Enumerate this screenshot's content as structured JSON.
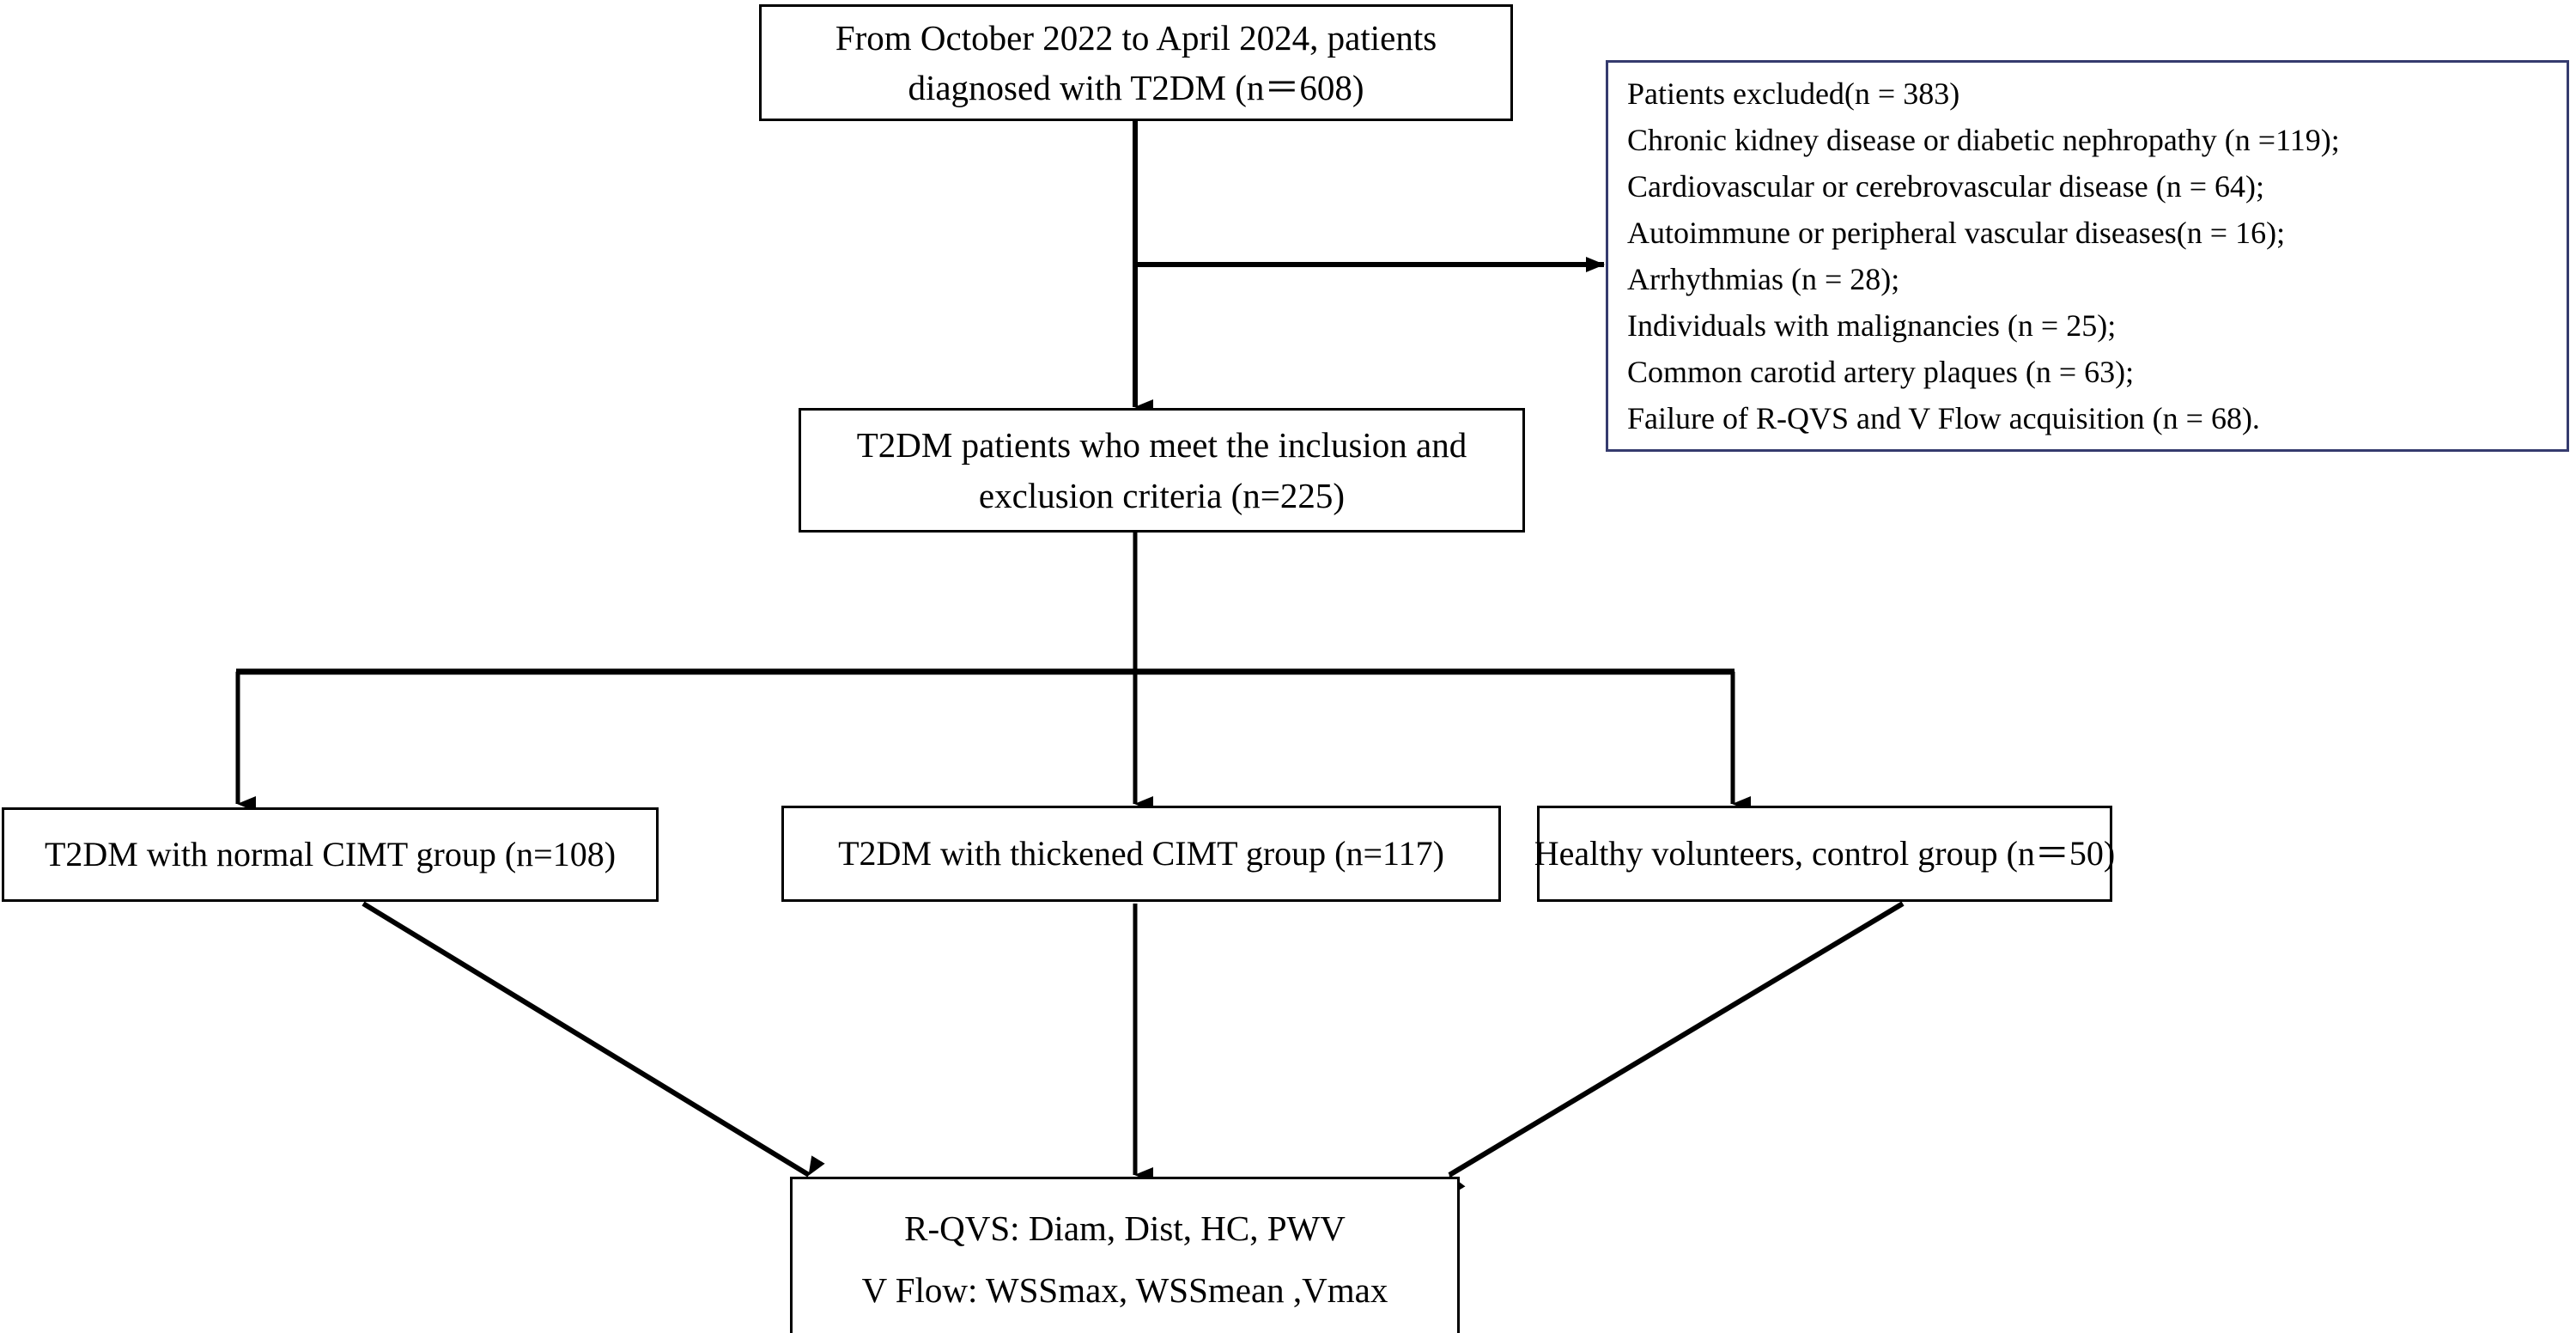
{
  "figure": {
    "type": "flowchart",
    "title": "Patient enrollment and grouping flow diagram"
  },
  "nodes": {
    "enrollment": {
      "lines": [
        "From October 2022 to April 2024, patients",
        "diagnosed with T2DM (n＝608)"
      ]
    },
    "exclusions": {
      "border_color": "#353b6e",
      "lines": [
        "Patients excluded(n = 383)",
        "Chronic kidney disease or diabetic nephropathy (n =119);",
        "Cardiovascular or cerebrovascular disease (n = 64);",
        "Autoimmune or peripheral vascular diseases(n = 16);",
        "Arrhythmias (n = 28);",
        "Individuals with malignancies (n = 25);",
        "Common carotid artery plaques (n = 63);",
        "Failure of R-QVS and V Flow  acquisition (n = 68)."
      ]
    },
    "eligible": {
      "lines": [
        "T2DM patients who meet the inclusion and",
        "exclusion criteria (n=225)"
      ]
    },
    "group_normal": {
      "lines": [
        "T2DM with normal CIMT group (n=108)"
      ]
    },
    "group_thickened": {
      "lines": [
        "T2DM with thickened CIMT group (n=117)"
      ]
    },
    "group_control": {
      "lines": [
        "Healthy volunteers, control group (n＝50)"
      ]
    },
    "outcomes": {
      "lines": [
        "R-QVS: Diam, Dist, HC, PWV",
        "V Flow: WSSmax, WSSmean ,Vmax"
      ]
    }
  },
  "colors": {
    "line": "#000000",
    "exclusion_border": "#353b6e",
    "background": "#ffffff"
  }
}
